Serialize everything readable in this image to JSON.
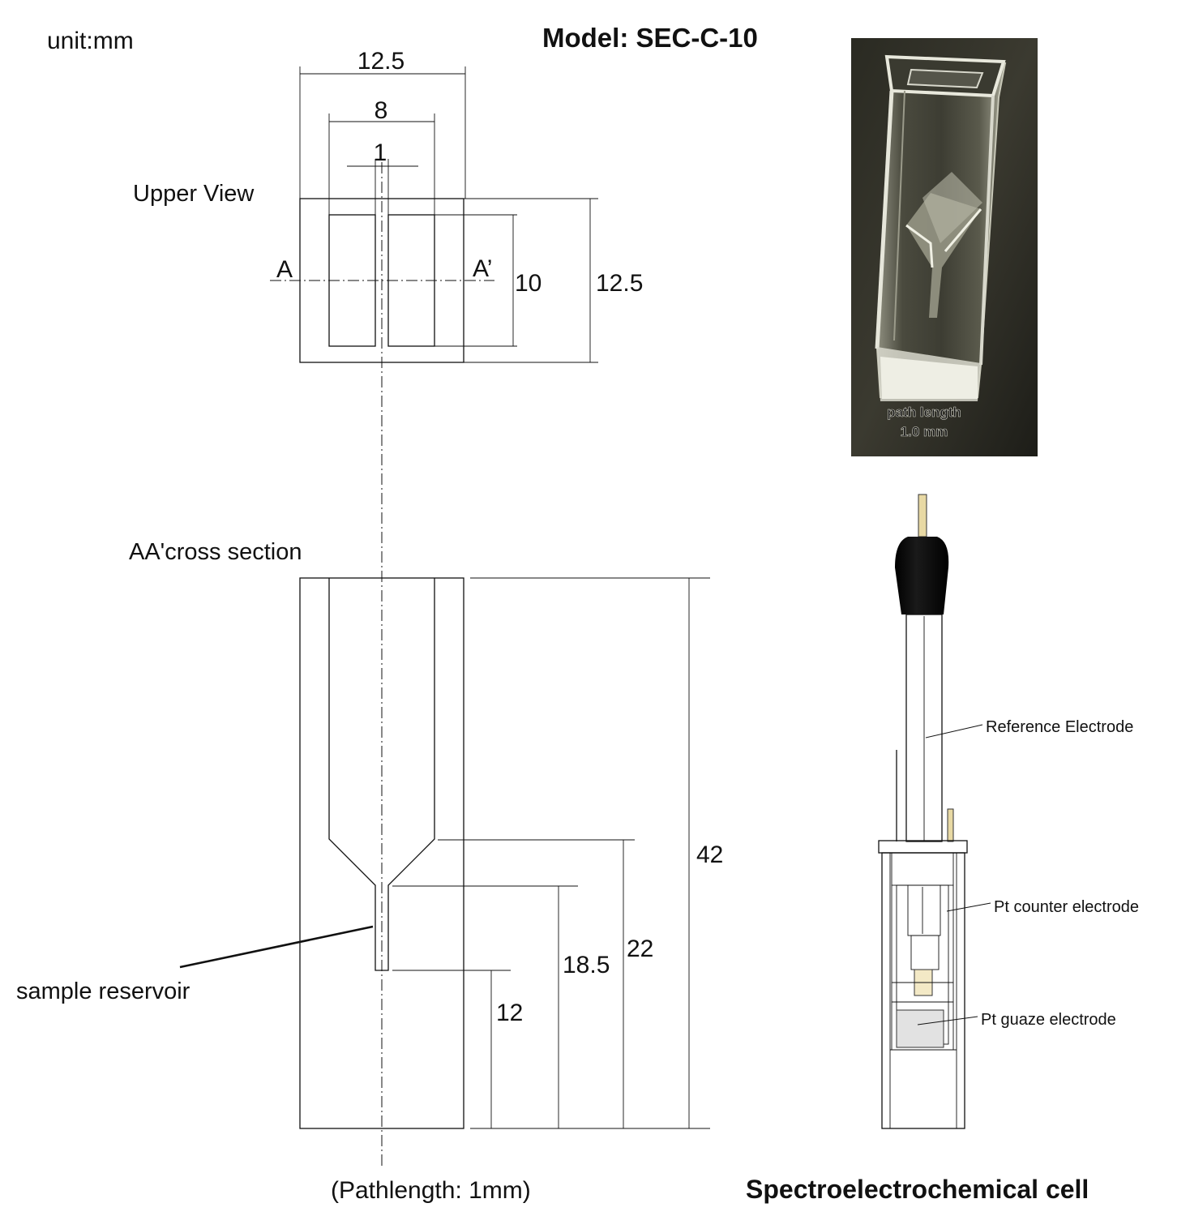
{
  "unit_label": "unit:mm",
  "model_title": "Model: SEC-C-10",
  "upper_view": {
    "title": "Upper View",
    "width_outer": "12.5",
    "width_inner": "8",
    "width_gap": "1",
    "height_inner": "10",
    "height_outer": "12.5",
    "section_left": "A",
    "section_right": "A’"
  },
  "cross_section": {
    "title": "AA'cross section",
    "height_total": "42",
    "height_funnel_top": "22",
    "height_funnel_bottom": "18.5",
    "height_reservoir_bottom": "12",
    "sample_reservoir": "sample reservoir",
    "pathlength_note": "(Pathlength: 1mm)"
  },
  "photo": {
    "caption_line1": "path length",
    "caption_line2": "1.0 mm"
  },
  "cell_diagram": {
    "title": "Spectroelectrochemical cell",
    "reference_electrode": "Reference Electrode",
    "counter_electrode": "Pt counter electrode",
    "gauze_electrode": "Pt guaze electrode"
  }
}
